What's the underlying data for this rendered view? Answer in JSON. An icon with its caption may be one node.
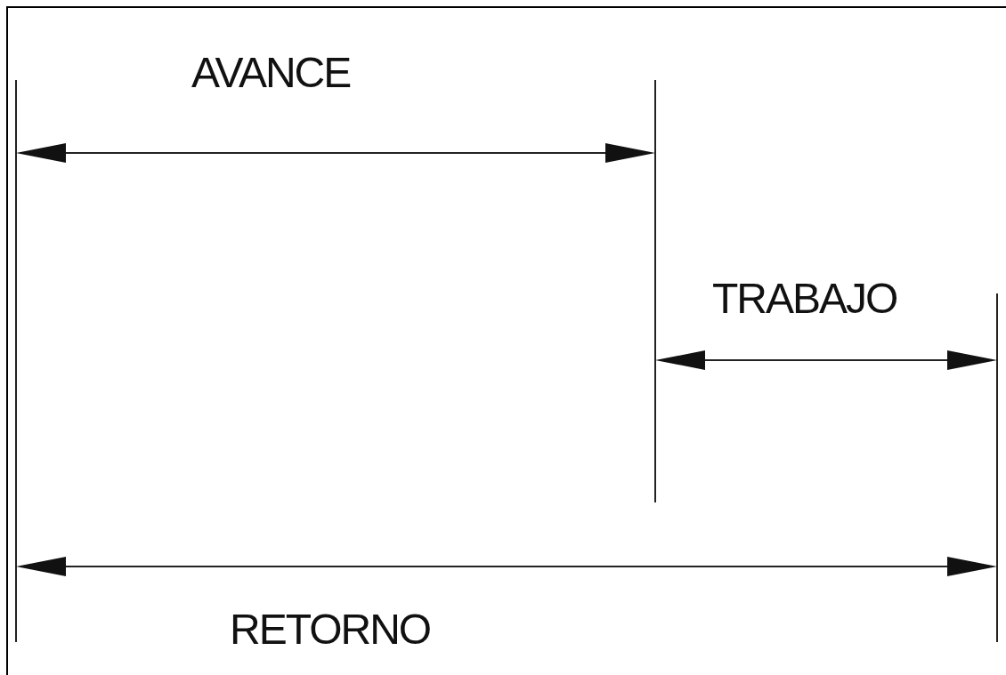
{
  "diagram": {
    "labels": [
      "AVANCE",
      "TRABAJO",
      "RETORNO"
    ]
  }
}
